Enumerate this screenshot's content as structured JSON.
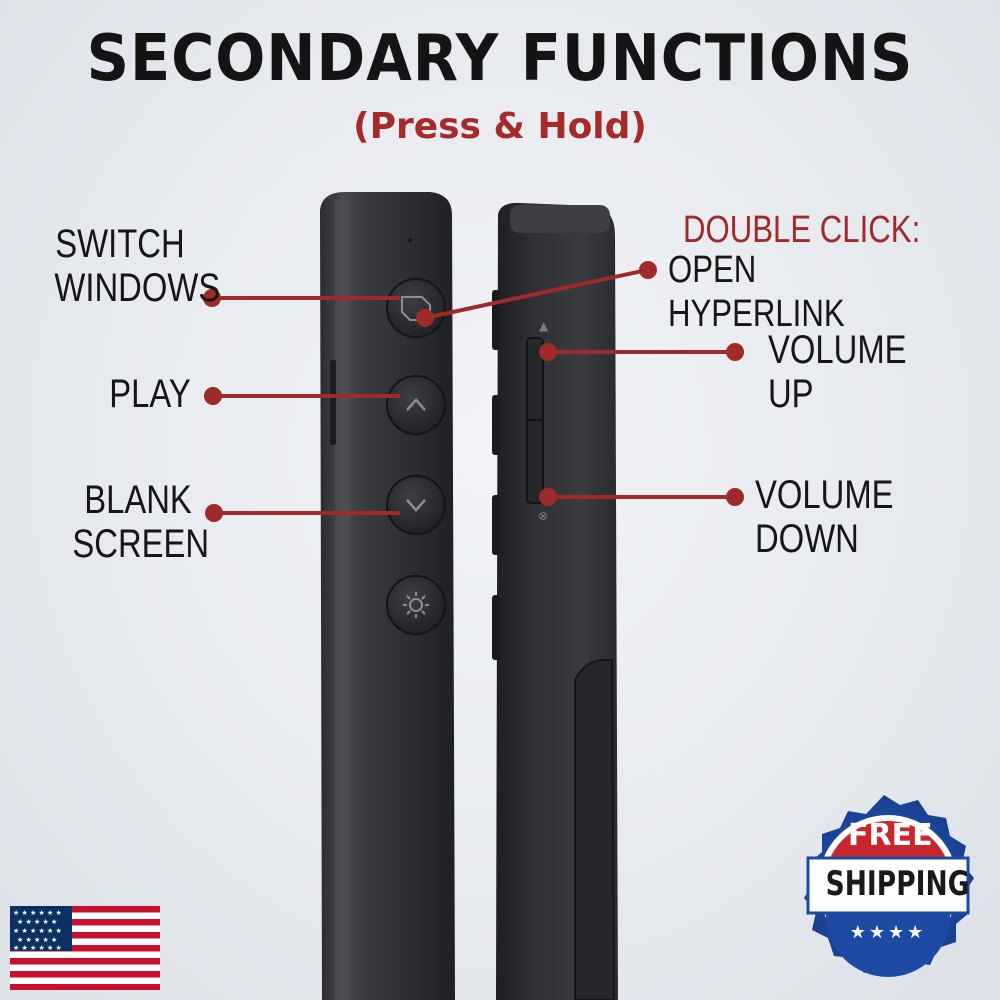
{
  "header": {
    "title": "SECONDARY FUNCTIONS",
    "subtitle": "(Press  & Hold)"
  },
  "callouts_left": [
    {
      "line1": "SWITCH",
      "line2": "WINDOWS"
    },
    {
      "line1": "PLAY",
      "line2": ""
    },
    {
      "line1": "BLANK",
      "line2": "SCREEN"
    }
  ],
  "callouts_right": {
    "double_click_label": "DOUBLE CLICK:",
    "open_hyperlink": "OPEN HYPERLINK",
    "volume_up": "VOLUME UP",
    "volume_down": "VOLUME DOWN"
  },
  "badge": {
    "top_text": "FREE",
    "main_text": "SHIPPING",
    "stars": "★★★★"
  },
  "colors": {
    "accent_red": "#a52a2a",
    "badge_blue": "#1d4aa3",
    "badge_red": "#c9272d",
    "remote_dark": "#2e2f33"
  },
  "icons": [
    "us-flag-icon",
    "free-shipping-badge-icon",
    "chevron-up-icon",
    "chevron-down-icon",
    "brightness-icon",
    "window-switch-icon"
  ]
}
